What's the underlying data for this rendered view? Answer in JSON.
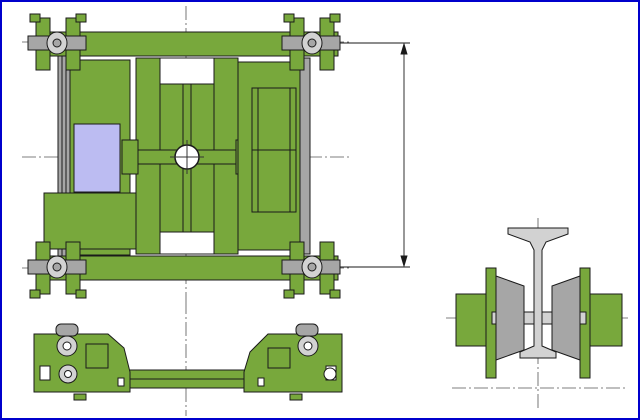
{
  "diagram": {
    "colors": {
      "frame": "#0000cc",
      "body_green": "#78a83c",
      "outline": "#1a1a1a",
      "steel_grey": "#a6a6a6",
      "light_grey": "#d2d2d2",
      "panel_lavender": "#bcbcf2",
      "centerline": "#555555",
      "background": "#ffffff"
    },
    "views": [
      {
        "name": "top-plan-view"
      },
      {
        "name": "side-elevation-view"
      },
      {
        "name": "end-section-view"
      }
    ],
    "annotations": [
      {
        "name": "vertical-dimension-line"
      }
    ]
  }
}
